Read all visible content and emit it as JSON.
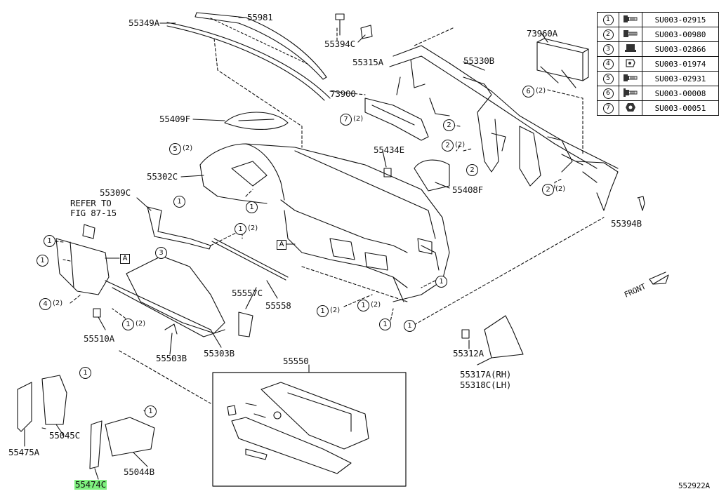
{
  "parts": {
    "p55349A": "55349A",
    "p55981": "55981",
    "p55394C": "55394C",
    "p55315A": "55315A",
    "p55330B": "55330B",
    "p73960A": "73960A",
    "p73900": "73900",
    "p55409F": "55409F",
    "p55434E": "55434E",
    "p55302C": "55302C",
    "p55408F": "55408F",
    "p55309C": "55309C",
    "p55394B": "55394B",
    "p55557C": "55557C",
    "p55558": "55558",
    "p55510A": "55510A",
    "p55503B": "55503B",
    "p55303B": "55303B",
    "p55550": "55550",
    "p55312A": "55312A",
    "p55317A": "55317A(RH)",
    "p55318C": "55318C(LH)",
    "p55045C": "55045C",
    "p55475A": "55475A",
    "p55474C": "55474C",
    "p55044B": "55044B"
  },
  "refer": {
    "line1": "REFER TO",
    "line2": "FIG 87-15"
  },
  "front_label": "FRONT",
  "ref_letter": "A",
  "qty_2": "(2)",
  "figure_id": "552922A",
  "highlight_color": "#7ef07e",
  "legend": [
    {
      "n": "1",
      "icon": "bolt-flange-icon",
      "part": "SU003-02915"
    },
    {
      "n": "2",
      "icon": "bolt-hex-icon",
      "part": "SU003-00980"
    },
    {
      "n": "3",
      "icon": "nut-flange-icon",
      "part": "SU003-02866"
    },
    {
      "n": "4",
      "icon": "clip-nut-icon",
      "part": "SU003-01974"
    },
    {
      "n": "5",
      "icon": "bolt-flange-icon",
      "part": "SU003-02931"
    },
    {
      "n": "6",
      "icon": "bolt-washer-icon",
      "part": "SU003-00008"
    },
    {
      "n": "7",
      "icon": "nut-hex-icon",
      "part": "SU003-00051"
    }
  ]
}
